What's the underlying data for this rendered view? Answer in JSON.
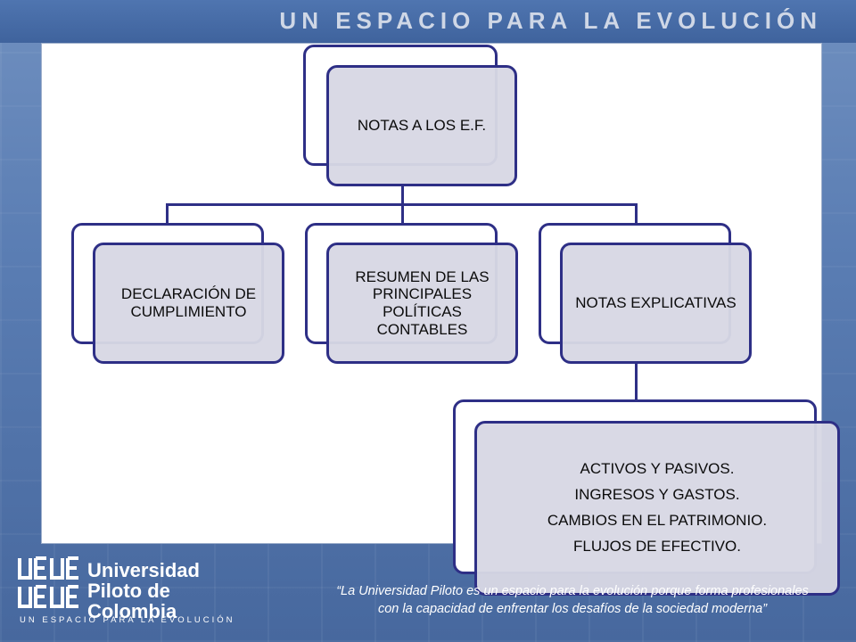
{
  "header": {
    "title": "UN ESPACIO PARA LA EVOLUCIÓN"
  },
  "diagram": {
    "root": "NOTAS A LOS E.F.",
    "children": [
      "DECLARACIÓN DE CUMPLIMIENTO",
      "RESUMEN DE LAS PRINCIPALES POLÍTICAS CONTABLES",
      "NOTAS EXPLICATIVAS"
    ],
    "leaf_items": [
      "ACTIVOS Y PASIVOS.",
      "INGRESOS Y GASTOS.",
      "CAMBIOS EN EL PATRIMONIO.",
      "FLUJOS DE EFECTIVO."
    ]
  },
  "footer": {
    "logo_name": "Universidad\nPiloto de Colombia",
    "logo_tagline": "UN ESPACIO PARA LA EVOLUCIÓN",
    "quote": "“La Universidad Piloto es un espacio para la evolución porque forma profesionales con la capacidad de enfrentar los desafíos de la sociedad moderna”"
  }
}
